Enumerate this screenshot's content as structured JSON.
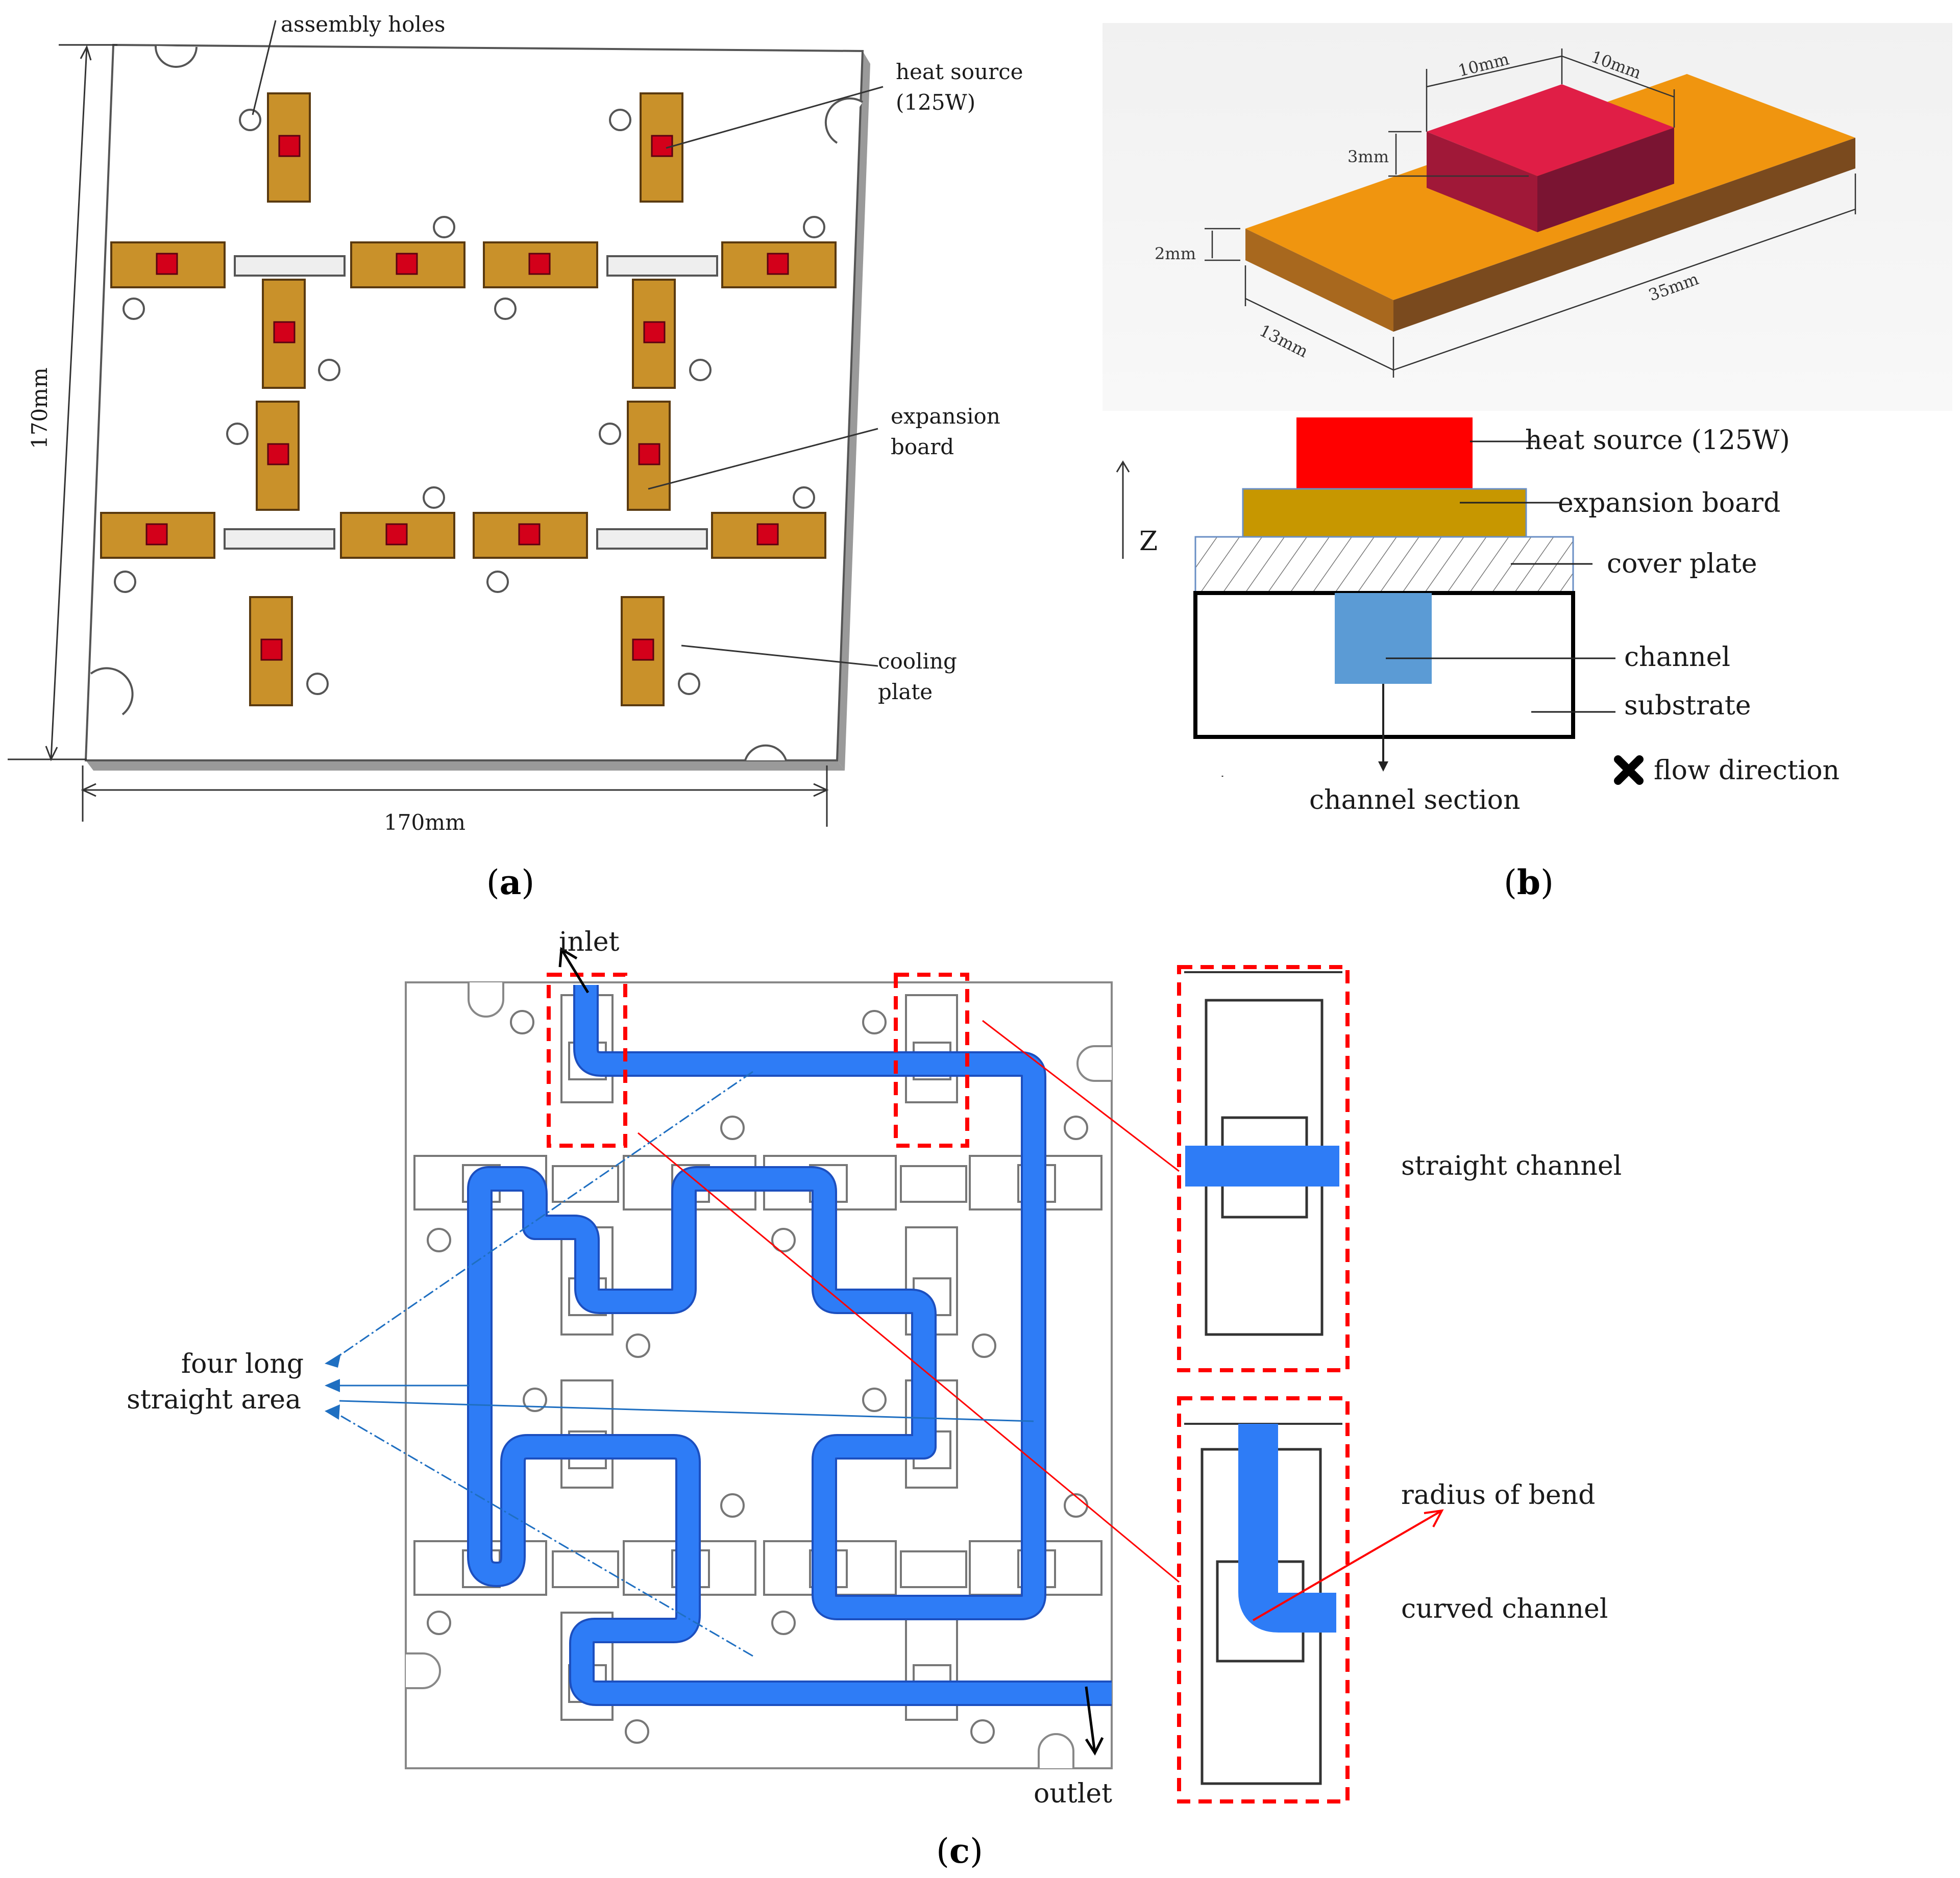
{
  "colors": {
    "heat_source": "#ff0000",
    "heat_source_3d_top": "#e01e46",
    "heat_source_3d_side": "#8a1a36",
    "expansion_board": "#c9912a",
    "expansion_board_3d_top": "#f0950f",
    "expansion_board_3d_side": "#7a4a1e",
    "heat_source_square": "#d3001a",
    "channel_blue": "#2e7cf6",
    "channel_section": "#5b9bd5",
    "pcb_b": "#c79700",
    "highlight_red": "#ff0000",
    "leader_blue": "#1f6fc1"
  },
  "panel_a": {
    "caption": "a",
    "labels": {
      "assembly_holes": "assembly holes",
      "heat_source_line1": "heat source",
      "heat_source_line2": "(125W)",
      "expansion_board_line1": "expansion",
      "expansion_board_line2": "board",
      "cooling_plate_line1": "cooling",
      "cooling_plate_line2": "plate",
      "dim_height": "170mm",
      "dim_width": "170mm"
    }
  },
  "panel_b": {
    "caption": "b",
    "dims_3d": {
      "top_w": "10mm",
      "top_d": "10mm",
      "source_h": "3mm",
      "board_h": "2mm",
      "board_w": "13mm",
      "board_l": "35mm"
    },
    "section_labels": {
      "heat_source": "heat source (125W)",
      "expansion_board": "expansion board",
      "cover_plate": "cover plate",
      "channel": "channel",
      "substrate": "substrate",
      "axis": "Z",
      "channel_section": "channel section",
      "flow_direction": "flow direction"
    }
  },
  "panel_c": {
    "caption": "c",
    "labels": {
      "inlet": "inlet",
      "outlet": "outlet",
      "four_long_line1": "four long",
      "four_long_line2": "straight area",
      "straight_channel": "straight channel",
      "radius_of_bend": "radius of bend",
      "curved_channel": "curved channel"
    }
  }
}
